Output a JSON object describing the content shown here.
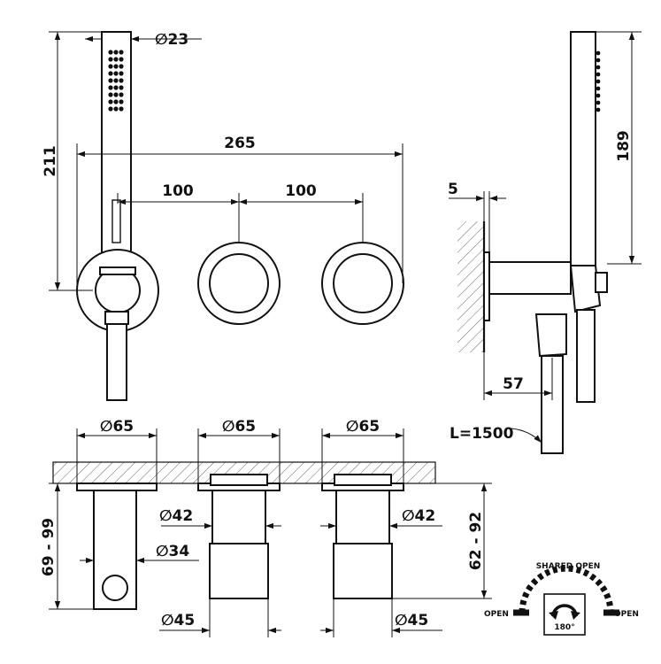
{
  "dimensions": {
    "handshower_diameter": "∅23",
    "handshower_height": "211",
    "overall_width": "265",
    "spacing_1": "100",
    "spacing_2": "100",
    "wall_offset": "5",
    "side_height": "189",
    "projection": "57",
    "hose_length": "L=1500",
    "rosette_1": "∅65",
    "rosette_2": "∅65",
    "rosette_3": "∅65",
    "body_1_diameter": "∅42",
    "body_2_diameter": "∅42",
    "holder_diameter": "∅34",
    "depth_left": "69 - 99",
    "depth_right": "62 - 92",
    "cartridge_1": "∅45",
    "cartridge_2": "∅45"
  },
  "operation_legend": {
    "top": "SHARED OPEN",
    "left": "OPEN",
    "right": "OPEN",
    "rotation": "180°"
  }
}
